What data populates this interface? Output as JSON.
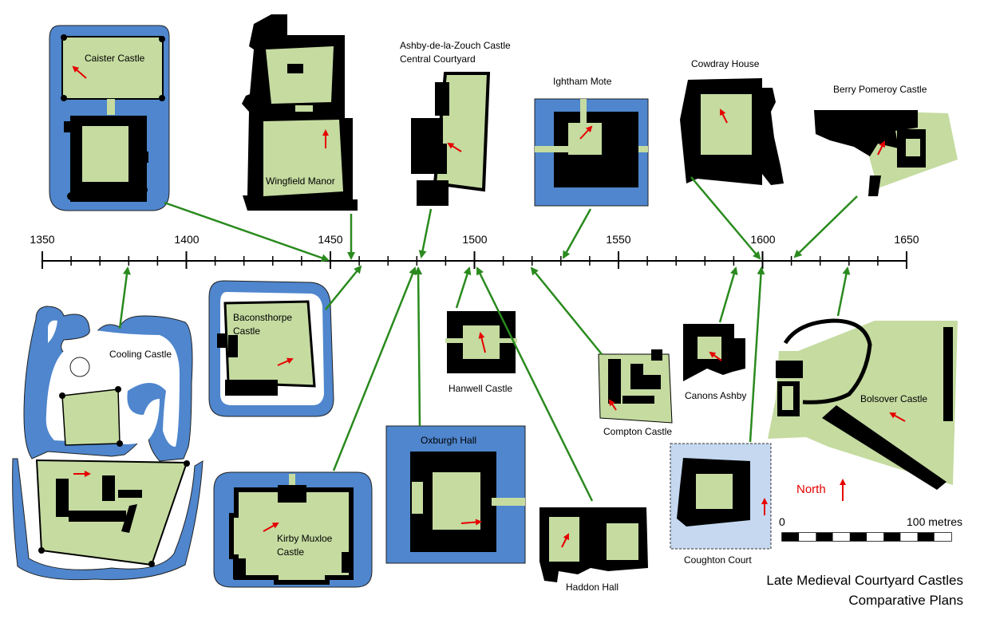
{
  "timeline": {
    "years": [
      "1350",
      "1400",
      "1450",
      "1500",
      "1550",
      "1600",
      "1650"
    ]
  },
  "labels": {
    "caister": "Caister Castle",
    "wingfield": "Wingfield Manor",
    "ashby_1": "Ashby-de-la-Zouch Castle",
    "ashby_2": "Central Courtyard",
    "ightham": "Ightham Mote",
    "cowdray": "Cowdray House",
    "berry": "Berry Pomeroy Castle",
    "cooling": "Cooling Castle",
    "baconsthorpe_1": "Baconsthorpe",
    "baconsthorpe_2": "Castle",
    "kirby_1": "Kirby Muxloe",
    "kirby_2": "Castle",
    "oxburgh": "Oxburgh Hall",
    "hanwell": "Hanwell Castle",
    "haddon": "Haddon Hall",
    "compton": "Compton Castle",
    "canons": "Canons Ashby",
    "coughton": "Coughton Court",
    "bolsover": "Bolsover Castle"
  },
  "legend": {
    "north": "North",
    "scale_start": "0",
    "scale_end": "100 metres"
  },
  "title": {
    "line1": "Late Medieval Courtyard Castles",
    "line2": "Comparative Plans"
  },
  "colors": {
    "moat": "#4f86cd",
    "light_moat": "#c5d8f0",
    "courtyard": "#c5dba0",
    "building": "#000000",
    "arrow": "#2a8a1e",
    "north_arrow": "#e60000"
  }
}
